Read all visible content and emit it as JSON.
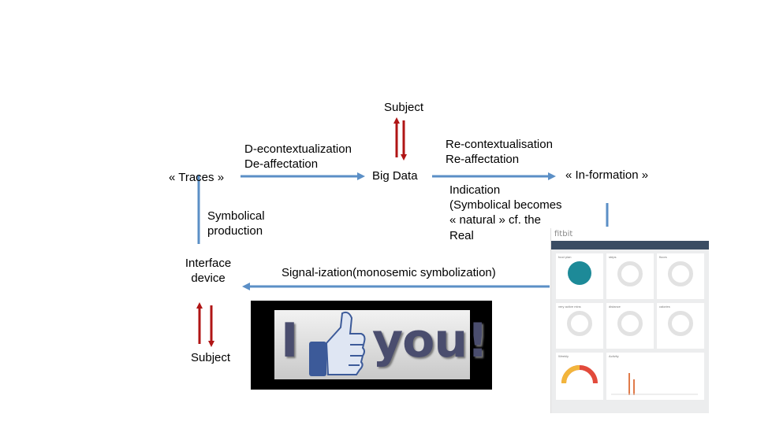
{
  "diagram": {
    "subject_top": "Subject",
    "subject_bottom": "Subject",
    "traces": "« Traces »",
    "decontextualization": "D-econtextualization",
    "deaffectation": "De-affectation",
    "big_data": "Big Data",
    "recontextualisation": "Re-contextualisation",
    "reaffectation": "Re-affectation",
    "information": "« In-formation »",
    "indication_lines": [
      "Indication",
      "(Symbolical becomes",
      "« natural » cf. the",
      "Real"
    ],
    "symbolical_lines": [
      "Symbolical",
      "production"
    ],
    "interface_lines": [
      "Interface",
      "device"
    ],
    "signalization": "Signal-ization(monosemic symbolization)"
  },
  "like_image": {
    "left_text": "I",
    "right_text": "you!"
  },
  "dashboard": {
    "logo": "fitbit",
    "tiles": [
      "food plan",
      "steps",
      "floors",
      "very active mins",
      "distance",
      "calories",
      "Weekly",
      "Activity"
    ]
  },
  "colors": {
    "arrow_red": "#b01515",
    "arrow_blue": "#5b8fc6",
    "fitbit_teal": "#1d8a98"
  }
}
